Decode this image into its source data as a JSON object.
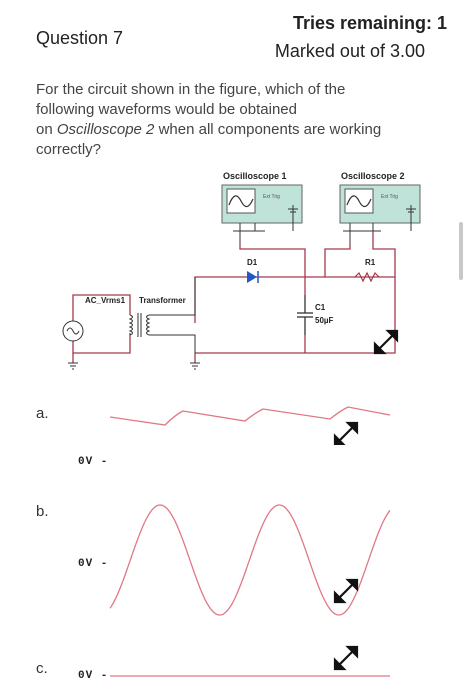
{
  "header": {
    "question_label": "Question 7",
    "tries": "Tries remaining: 1",
    "marked": "Marked out of 3.00"
  },
  "question": {
    "line1": "For the circuit shown in the figure, which of the",
    "line2": "following waveforms would be obtained",
    "line3_prefix": "on ",
    "line3_em": "Oscilloscope 2",
    "line3_suffix": " when all components are working",
    "line4": "correctly?"
  },
  "circuit": {
    "osc1": "Oscilloscope 1",
    "osc2": "Oscilloscope 2",
    "ext_trig": "Ext Trig",
    "source": "AC_Vrms1",
    "transformer": "Transformer",
    "diode": "D1",
    "cap_name": "C1",
    "cap_value": "50µF",
    "resistor": "R1"
  },
  "options": [
    {
      "letter": "a.",
      "zero": "0V -"
    },
    {
      "letter": "b.",
      "zero": "0V -"
    },
    {
      "letter": "c.",
      "zero": "0V -"
    }
  ],
  "colors": {
    "wire": "#a33a4a",
    "scope": "#bfe3d8",
    "diode": "#2257c9",
    "wave": "#e07884"
  }
}
